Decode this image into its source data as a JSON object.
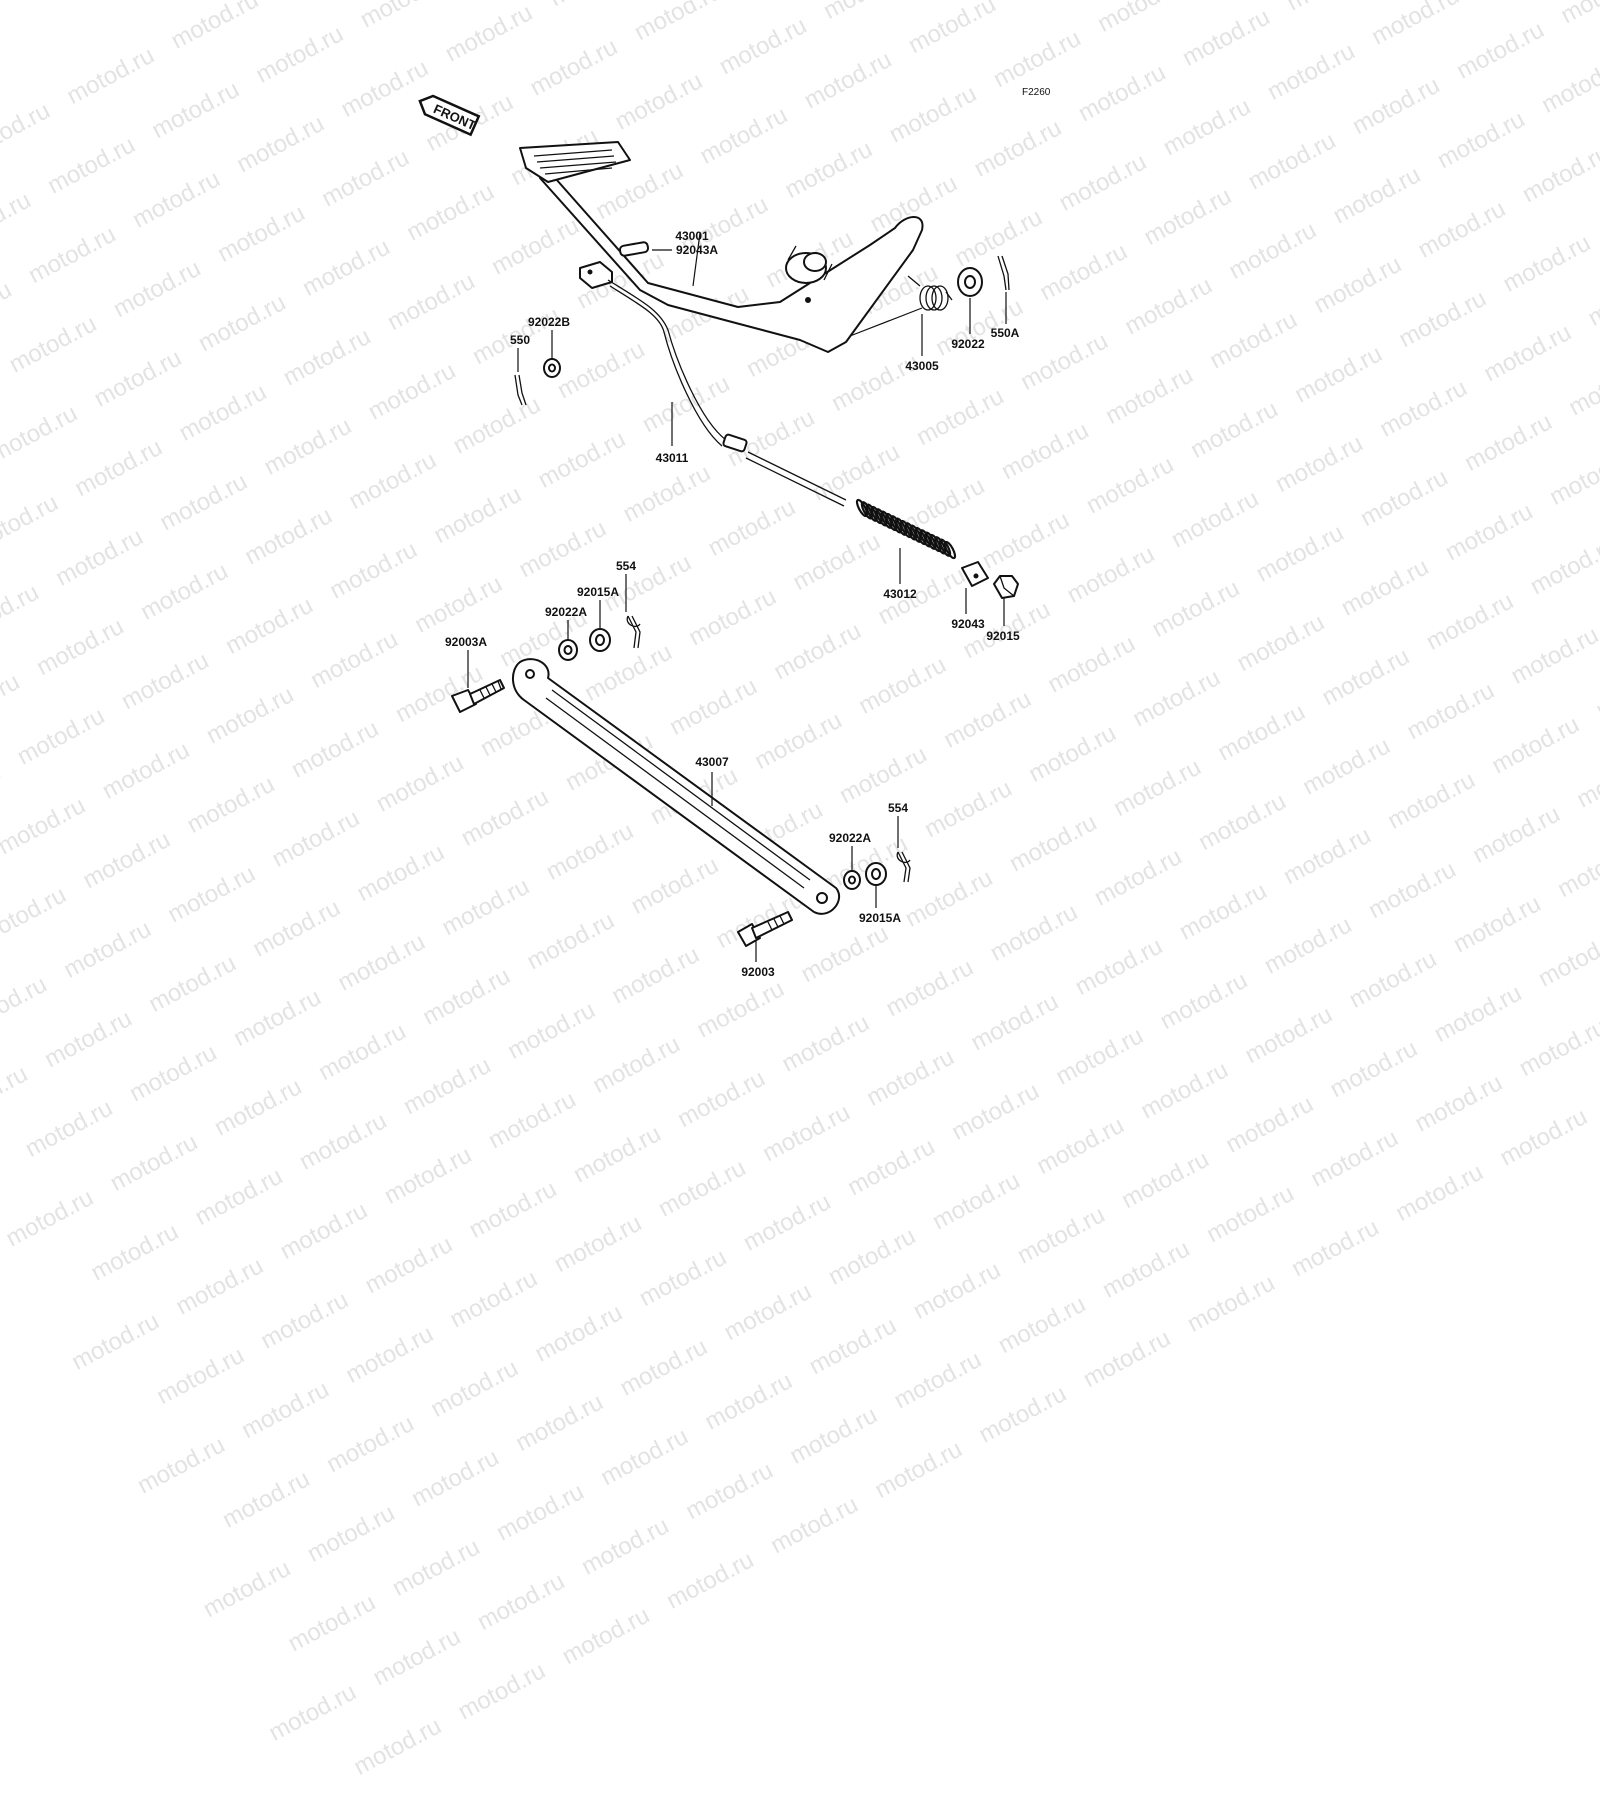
{
  "watermark": "motod.ru",
  "diagram_code": "F2260",
  "front_label": "FRONT",
  "parts": {
    "brake_pedal": "43001",
    "pedal_return_spring": "43005",
    "pedal_washer": "92022",
    "pedal_cotter_pin": "550A",
    "clevis_pin": "92043A",
    "clevis_washer": "92022B",
    "clevis_cotter_pin": "550",
    "brake_rod": "43011",
    "rod_spring": "43012",
    "rod_joint": "92043",
    "adjust_nut": "92015",
    "upper_cotter_pin": "554",
    "upper_nut": "92015A",
    "upper_washer": "92022A",
    "upper_bolt": "92003A",
    "torque_link": "43007",
    "lower_cotter_pin": "554",
    "lower_washer": "92022A",
    "lower_nut": "92015A",
    "lower_bolt": "92003"
  },
  "colors": {
    "ink": "#111111",
    "watermark": "#e3e3e3",
    "background": "#ffffff"
  }
}
